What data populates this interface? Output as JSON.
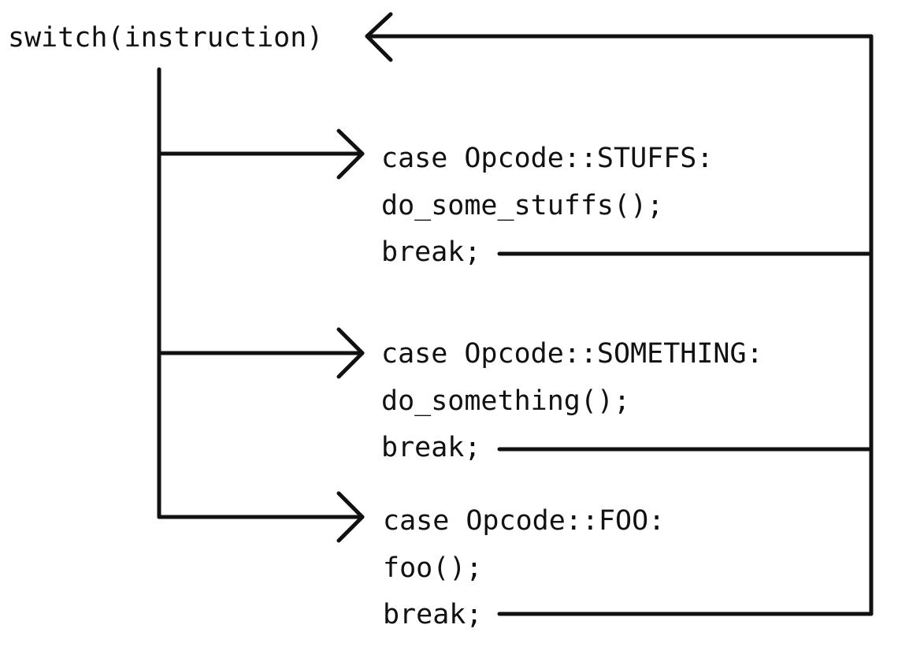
{
  "switch_label": "switch(instruction)",
  "cases": [
    {
      "label": "case Opcode::STUFFS:",
      "body": "do_some_stuffs();",
      "break_label": "break;"
    },
    {
      "label": "case Opcode::SOMETHING:",
      "body": "do_something();",
      "break_label": "break;"
    },
    {
      "label": "case Opcode::FOO:",
      "body": "foo();",
      "break_label": "break;"
    }
  ],
  "colors": {
    "ink": "#111111",
    "background": "#ffffff"
  }
}
